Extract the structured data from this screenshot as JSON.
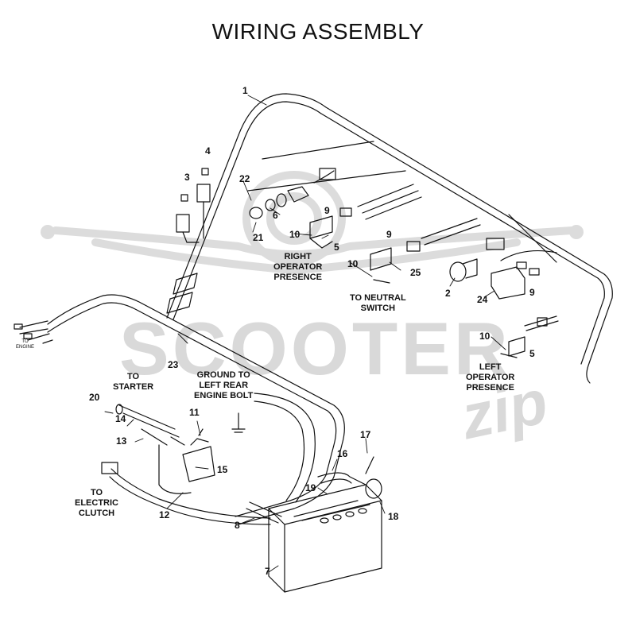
{
  "title": "WIRING ASSEMBLY",
  "watermark": {
    "text": "SCOOTER",
    "script": "zip"
  },
  "callouts": [
    "1",
    "2",
    "3",
    "4",
    "5",
    "5",
    "6",
    "7",
    "8",
    "9",
    "9",
    "9",
    "10",
    "10",
    "10",
    "11",
    "12",
    "13",
    "14",
    "15",
    "16",
    "17",
    "18",
    "19",
    "20",
    "21",
    "22",
    "23",
    "24",
    "25"
  ],
  "labels": {
    "to_engine": "TO\nENGINE",
    "right_operator_presence": "RIGHT\nOPERATOR\nPRESENCE",
    "to_neutral_switch": "TO NEUTRAL\nSWITCH",
    "left_operator_presence": "LEFT\nOPERATOR\nPRESENCE",
    "to_starter": "TO\nSTARTER",
    "ground_to_left_rear_engine_bolt": "GROUND TO\nLEFT REAR\nENGINE BOLT",
    "to_electric_clutch": "TO\nELECTRIC\nCLUTCH"
  },
  "colors": {
    "line": "#111111",
    "watermark": "#d9d9d9",
    "background": "#ffffff"
  }
}
